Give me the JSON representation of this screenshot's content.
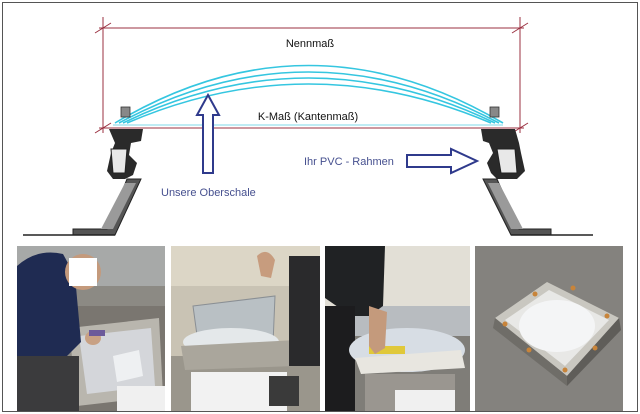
{
  "diagram": {
    "label_nennmass": "Nennmaß",
    "label_kmass": "K-Maß (Kantenmaß)",
    "label_oberschale": "Unsere Oberschale",
    "label_pvc_rahmen": "Ihr PVC - Rahmen"
  },
  "colors": {
    "dimension_line": "#9b3040",
    "dome": "#35c6e0",
    "annotation_text": "#46508f",
    "arrow_outline": "#2f3a8c"
  },
  "photos": [
    {
      "name": "photo-worker-cleaning-frame"
    },
    {
      "name": "photo-old-dome-removal"
    },
    {
      "name": "photo-placing-new-dome"
    },
    {
      "name": "photo-installed-dome"
    }
  ]
}
